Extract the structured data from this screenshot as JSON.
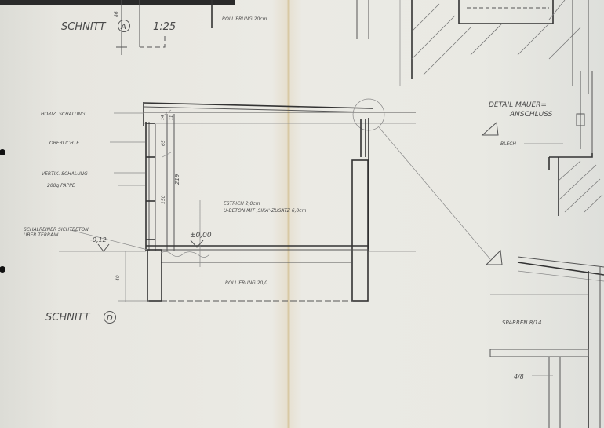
{
  "title_a": {
    "label": "SCHNITT",
    "marker": "A",
    "scale": "1:25"
  },
  "title_d": {
    "label": "SCHNITT",
    "marker": "D"
  },
  "labels": {
    "rollierung_top": "ROLLIERUNG 20cm",
    "horiz_schalung": "HORIZ. SCHALUNG",
    "oberlichte": "OBERLICHTE",
    "vertik_schalung": "VERTIK. SCHALUNG",
    "pappe": "200g PAPPE",
    "sichtbeton_1": "SCHALREINER SICHTBETON",
    "sichtbeton_2": "ÜBER TERRAIN",
    "level_minus": "-0,12",
    "level_zero": "±0,00",
    "estrich": "ESTRICH 2,0cm",
    "ubeton": "U-BETON MIT ‚SIKA'-ZUSATZ 6,0cm",
    "rollierung_bottom": "ROLLIERUNG 20,0",
    "detail_1": "DETAIL MAUER=",
    "detail_2": "ANSCHLUSS",
    "blech": "BLECH",
    "sparren": "SPARREN 8/14",
    "latte": "4/8"
  },
  "dimensions": {
    "d86": "86",
    "d14": "14",
    "d11": "11",
    "d65": "65",
    "d150": "150",
    "d219": "219",
    "d40": "40"
  }
}
